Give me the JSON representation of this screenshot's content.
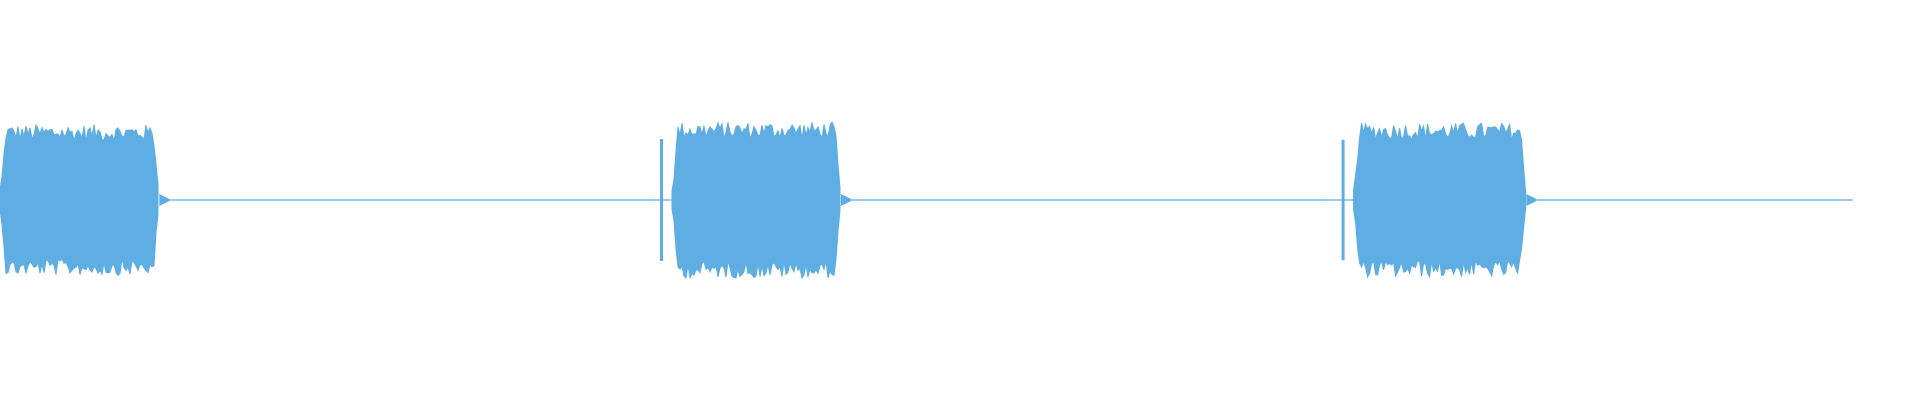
{
  "waveform": {
    "color": "#5faee3",
    "baseline_color": "#5faee3",
    "background": "#ffffff",
    "bursts": [
      {
        "id": "burst-1",
        "start": 0.0,
        "end": 0.083,
        "amplitude": 0.82
      },
      {
        "id": "burst-2",
        "start": 0.35,
        "end": 0.438,
        "amplitude": 0.85
      },
      {
        "id": "burst-3",
        "start": 0.705,
        "end": 0.795,
        "amplitude": 0.84
      }
    ],
    "quiet_segments": [
      {
        "id": "quiet-1",
        "start": 0.083,
        "end": 0.35
      },
      {
        "id": "quiet-2",
        "start": 0.438,
        "end": 0.705
      },
      {
        "id": "quiet-3",
        "start": 0.795,
        "end": 0.965
      }
    ]
  }
}
